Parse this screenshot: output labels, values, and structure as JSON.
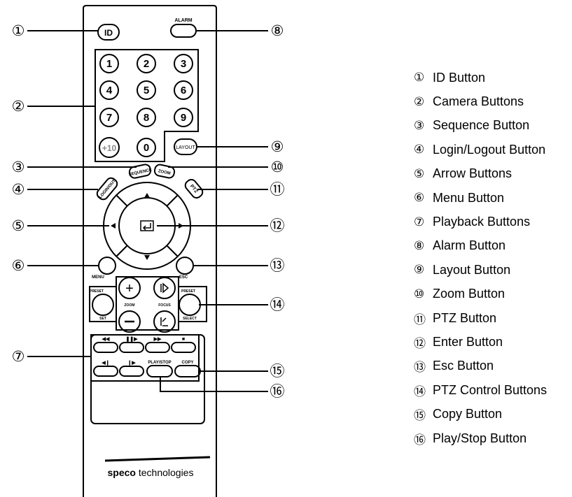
{
  "remote": {
    "body_color": "#ffffff",
    "line_color": "#000000",
    "buttons": {
      "id": "ID",
      "alarm": "ALARM",
      "numbers": [
        "1",
        "2",
        "3",
        "4",
        "5",
        "6",
        "7",
        "8",
        "9",
        "+10",
        "0"
      ],
      "layout": "LAYOUT",
      "sequence": "SEQUENCE",
      "zoom": "ZOOM",
      "login_logout": "LOGIN/OUT",
      "ptz": "PTZ",
      "menu": "MENU",
      "esc": "ESC",
      "preset_left_top": "PRESET",
      "preset_left_bottom": "SET",
      "zoom_cluster": "ZOOM",
      "focus_cluster": "FOCUS",
      "preset_right_top": "PRESET",
      "preset_right_bottom": "SELECT",
      "play_stop": "PLAY/STOP",
      "copy": "COPY"
    },
    "brand": {
      "bold": "speco",
      "light": " technologies"
    }
  },
  "callouts": [
    "①",
    "②",
    "③",
    "④",
    "⑤",
    "⑥",
    "⑦",
    "⑧",
    "⑨",
    "⑩",
    "⑪",
    "⑫",
    "⑬",
    "⑭",
    "⑮",
    "⑯"
  ],
  "legend": [
    {
      "marker": "①",
      "label": "ID Button"
    },
    {
      "marker": "②",
      "label": "Camera Buttons"
    },
    {
      "marker": "③",
      "label": "Sequence Button"
    },
    {
      "marker": "④",
      "label": "Login/Logout Button"
    },
    {
      "marker": "⑤",
      "label": "Arrow Buttons"
    },
    {
      "marker": "⑥",
      "label": "Menu Button"
    },
    {
      "marker": "⑦",
      "label": "Playback Buttons"
    },
    {
      "marker": "⑧",
      "label": "Alarm Button"
    },
    {
      "marker": "⑨",
      "label": "Layout Button"
    },
    {
      "marker": "⑩",
      "label": "Zoom Button"
    },
    {
      "marker": "⑪",
      "label": "PTZ Button"
    },
    {
      "marker": "⑫",
      "label": "Enter Button"
    },
    {
      "marker": "⑬",
      "label": "Esc Button"
    },
    {
      "marker": "⑭",
      "label": "PTZ Control Buttons"
    },
    {
      "marker": "⑮",
      "label": "Copy Button"
    },
    {
      "marker": "⑯",
      "label": "Play/Stop Button"
    }
  ]
}
